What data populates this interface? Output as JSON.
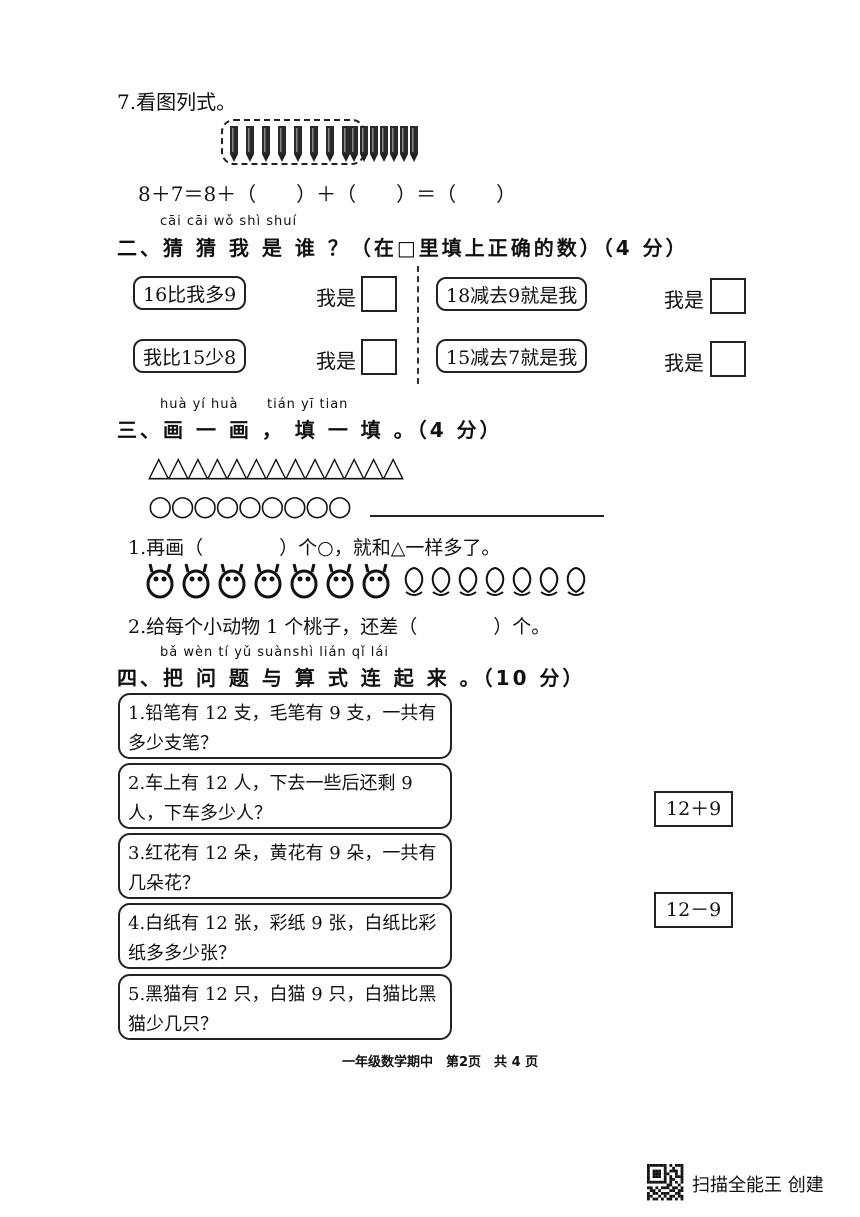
{
  "q7": {
    "title": "7.看图列式。",
    "equation": "8＋7＝8＋（　　）＋（　　）＝（　　）"
  },
  "section2": {
    "pinyin": "cāi cāi wǒ shì shuí",
    "title": "二、猜 猜 我 是 谁 ？（在□里填上正确的数）（4 分）",
    "items": [
      {
        "clue": "16比我多9",
        "answer_label": "我是"
      },
      {
        "clue": "18减去9就是我",
        "answer_label": "我是"
      },
      {
        "clue": "我比15少8",
        "answer_label": "我是"
      },
      {
        "clue": "15减去7就是我",
        "answer_label": "我是"
      }
    ]
  },
  "section3": {
    "pinyin_a": "huà yí huà",
    "pinyin_b": "tián yī tian",
    "title": "三、画 一 画 ， 填 一 填 。（4 分）",
    "triangles": "△△△△△△△△△△△△△",
    "circles": "○○○○○○○○○",
    "q1": "1.再画（　　　　）个○，就和△一样多了。",
    "q2": "2.给每个小动物 1 个桃子，还差（　　　　）个。"
  },
  "section4": {
    "pinyin": "bǎ wèn tí yǔ suànshì lián qǐ lái",
    "title": "四、把 问 题 与 算 式 连 起 来 。（10 分）",
    "questions": [
      "1.铅笔有 12 支，毛笔有 9 支，一共有多少支笔？",
      "2.车上有 12 人，下去一些后还剩 9 人，下车多少人？",
      "3.红花有 12 朵，黄花有 9 朵，一共有几朵花？",
      "4.白纸有 12 张，彩纸 9 张，白纸比彩纸多多少张？",
      "5.黑猫有 12 只，白猫 9 只，白猫比黑猫少几只？"
    ],
    "expressions": [
      "12＋9",
      "12－9"
    ]
  },
  "footer": {
    "text": "一年级数学期中　第2页　共 4 页",
    "scanner": "扫描全能王 创建"
  }
}
